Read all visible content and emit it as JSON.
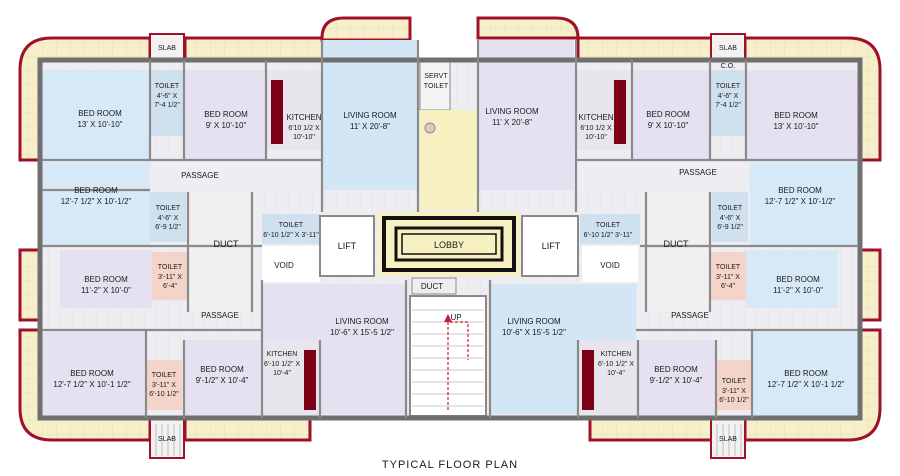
{
  "title": "TYPICAL FLOOR PLAN",
  "colors": {
    "terrace": "#f7efc9",
    "terrace_rail": "#a0102a",
    "bedroom": "#d7e9f6",
    "bedroom_alt": "#e6e1f1",
    "living": "#d2e6f6",
    "toilet": "#cfe1ee",
    "toilet_pink": "#f4d3c9",
    "kitchen": "#e8e6ec",
    "kitchen_counter": "#7c0016",
    "duct": "#efefef",
    "lobby": "#f7f0c0",
    "wall": "#7d7d7d"
  },
  "labels": {
    "slab": "SLAB",
    "co": "C.O.",
    "toilet": "TOILET",
    "bedroom": "BED ROOM",
    "kitchen": "KITCHEN",
    "living": "LIVING ROOM",
    "passage": "PASSAGE",
    "duct": "DUCT",
    "lift": "LIFT",
    "void": "VOID",
    "lobby": "LOBBY",
    "up": "UP",
    "servt_toilet_1": "SERVT",
    "servt_toilet_2": "TOILET"
  },
  "dims": {
    "ul_bed1": "13' X 10'-10\"",
    "ul_toilet1a": "4'-6\" X",
    "ul_toilet1b": "7'-4 1/2\"",
    "ul_bed2": "9' X 10'-10\"",
    "ul_kitchen_a": "6'10 1/2 X",
    "ul_kitchen_b": "10'-10\"",
    "ul_living": "11' X 20'-8\"",
    "ul_bed3": "12'-7 1/2\" X 10'-1/2\"",
    "ul_toilet2a": "4'-6\" X",
    "ul_toilet2b": "6'-9 1/2\"",
    "ul_toilet3": "6'-10 1/2\" X 3'-11\"",
    "ur_living": "11' X 20'-8\"",
    "ur_kitchen_a": "6'10 1/2 X",
    "ur_kitchen_b": "10'-10\"",
    "ur_bed1": "9' X 10'-10\"",
    "ur_toilet1a": "4'-6\" X",
    "ur_toilet1b": "7'-4 1/2\"",
    "ur_bed2": "13' X 10'-10\"",
    "ur_bed3": "12'-7 1/2\" X 10'-1/2\"",
    "ur_toilet2a": "4'-6\" X",
    "ur_toilet2b": "6'-9 1/2\"",
    "ur_toilet3": "6'-10 1/2\" 3'-11\"",
    "ll_bed1": "11'-2\" X 10'-0\"",
    "ll_toilet1a": "3'-11\" X",
    "ll_toilet1b": "6'-4\"",
    "ll_living": "10'-6\" X 15'-5 1/2\"",
    "ll_bed2": "12'-7 1/2\" X 10'-1 1/2\"",
    "ll_toilet2a": "3'-11\" X",
    "ll_toilet2b": "6'-10 1/2\"",
    "ll_bed3": "9'-1/2\" X 10'-4\"",
    "ll_kitchen_a": "6'-10 1/2\" X",
    "ll_kitchen_b": "10'-4\"",
    "lr_living": "10'-6\" X 15'-5 1/2\"",
    "lr_kitchen_a": "6'-10 1/2\" X",
    "lr_kitchen_b": "10'-4\"",
    "lr_bed1": "9'-1/2\" X 10'-4\"",
    "lr_toilet1a": "3'-11\" X",
    "lr_toilet1b": "6'-10 1/2\"",
    "lr_bed2": "12'-7 1/2\" X 10'-1 1/2\"",
    "lr_bed3": "11'-2\" X 10'-0\"",
    "lr_toilet2a": "3'-11\" X",
    "lr_toilet2b": "6'-4\""
  }
}
